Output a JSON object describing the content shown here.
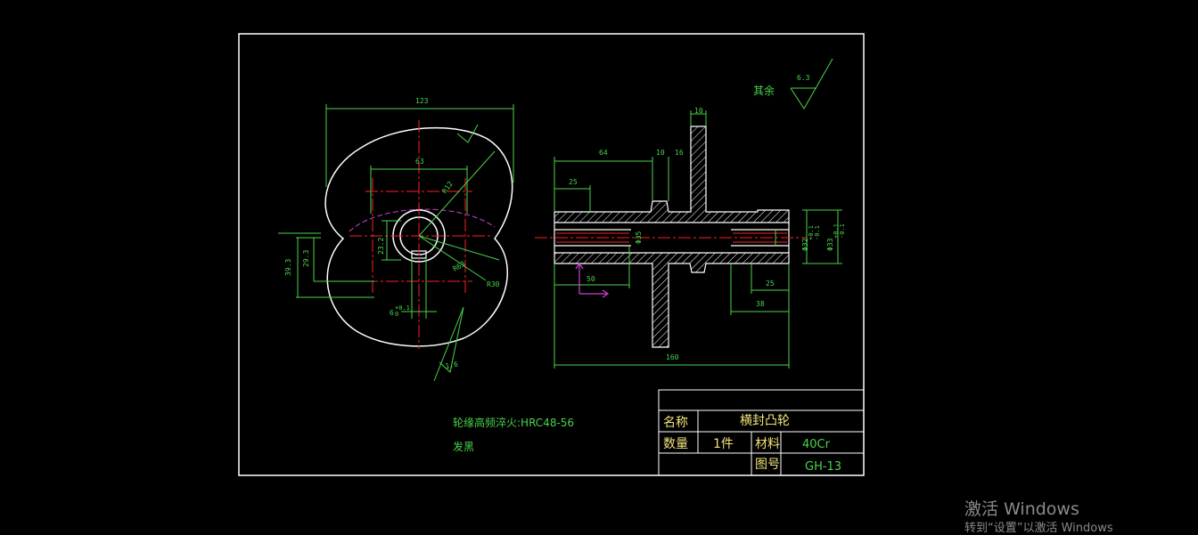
{
  "colors": {
    "background": "#000000",
    "outline": "#ffffff",
    "dimension": "#4ad34a",
    "centerline": "#ff2020",
    "phantom": "#d040d0",
    "titleblock_text": "#f0e27a"
  },
  "roughness": {
    "label": "其余",
    "value": "6.3",
    "value2": "1.6"
  },
  "front_view": {
    "dims": [
      "123",
      "63",
      "R12",
      "23.2",
      "39.3",
      "29.3",
      "6",
      "R63",
      "R30"
    ],
    "tol_upper": "+0.1",
    "tol_lower": "0"
  },
  "side_view": {
    "dims": [
      "64",
      "10",
      "16",
      "10",
      "25",
      "25",
      "38",
      "160",
      "50"
    ],
    "dia_inner": "Φ35",
    "dia_32": "Φ32",
    "dia_33": "Φ33",
    "tol1": "+0.1",
    "tol2": "-0.1",
    "tol3": "+0.1",
    "tol4": "-0.1"
  },
  "notes": {
    "heat_treatment": "轮缘高频淬火:HRC48-56",
    "finish": "发黑"
  },
  "title_block": {
    "name_label": "名称",
    "name_value": "横封凸轮",
    "qty_label": "数量",
    "qty_value": "1件",
    "material_label": "材料",
    "material_value": "40Cr",
    "drawing_no_label": "图号",
    "drawing_no_value": "GH-13"
  },
  "watermark": {
    "line1": "激活 Windows",
    "line2": "转到“设置”以激活 Windows"
  }
}
